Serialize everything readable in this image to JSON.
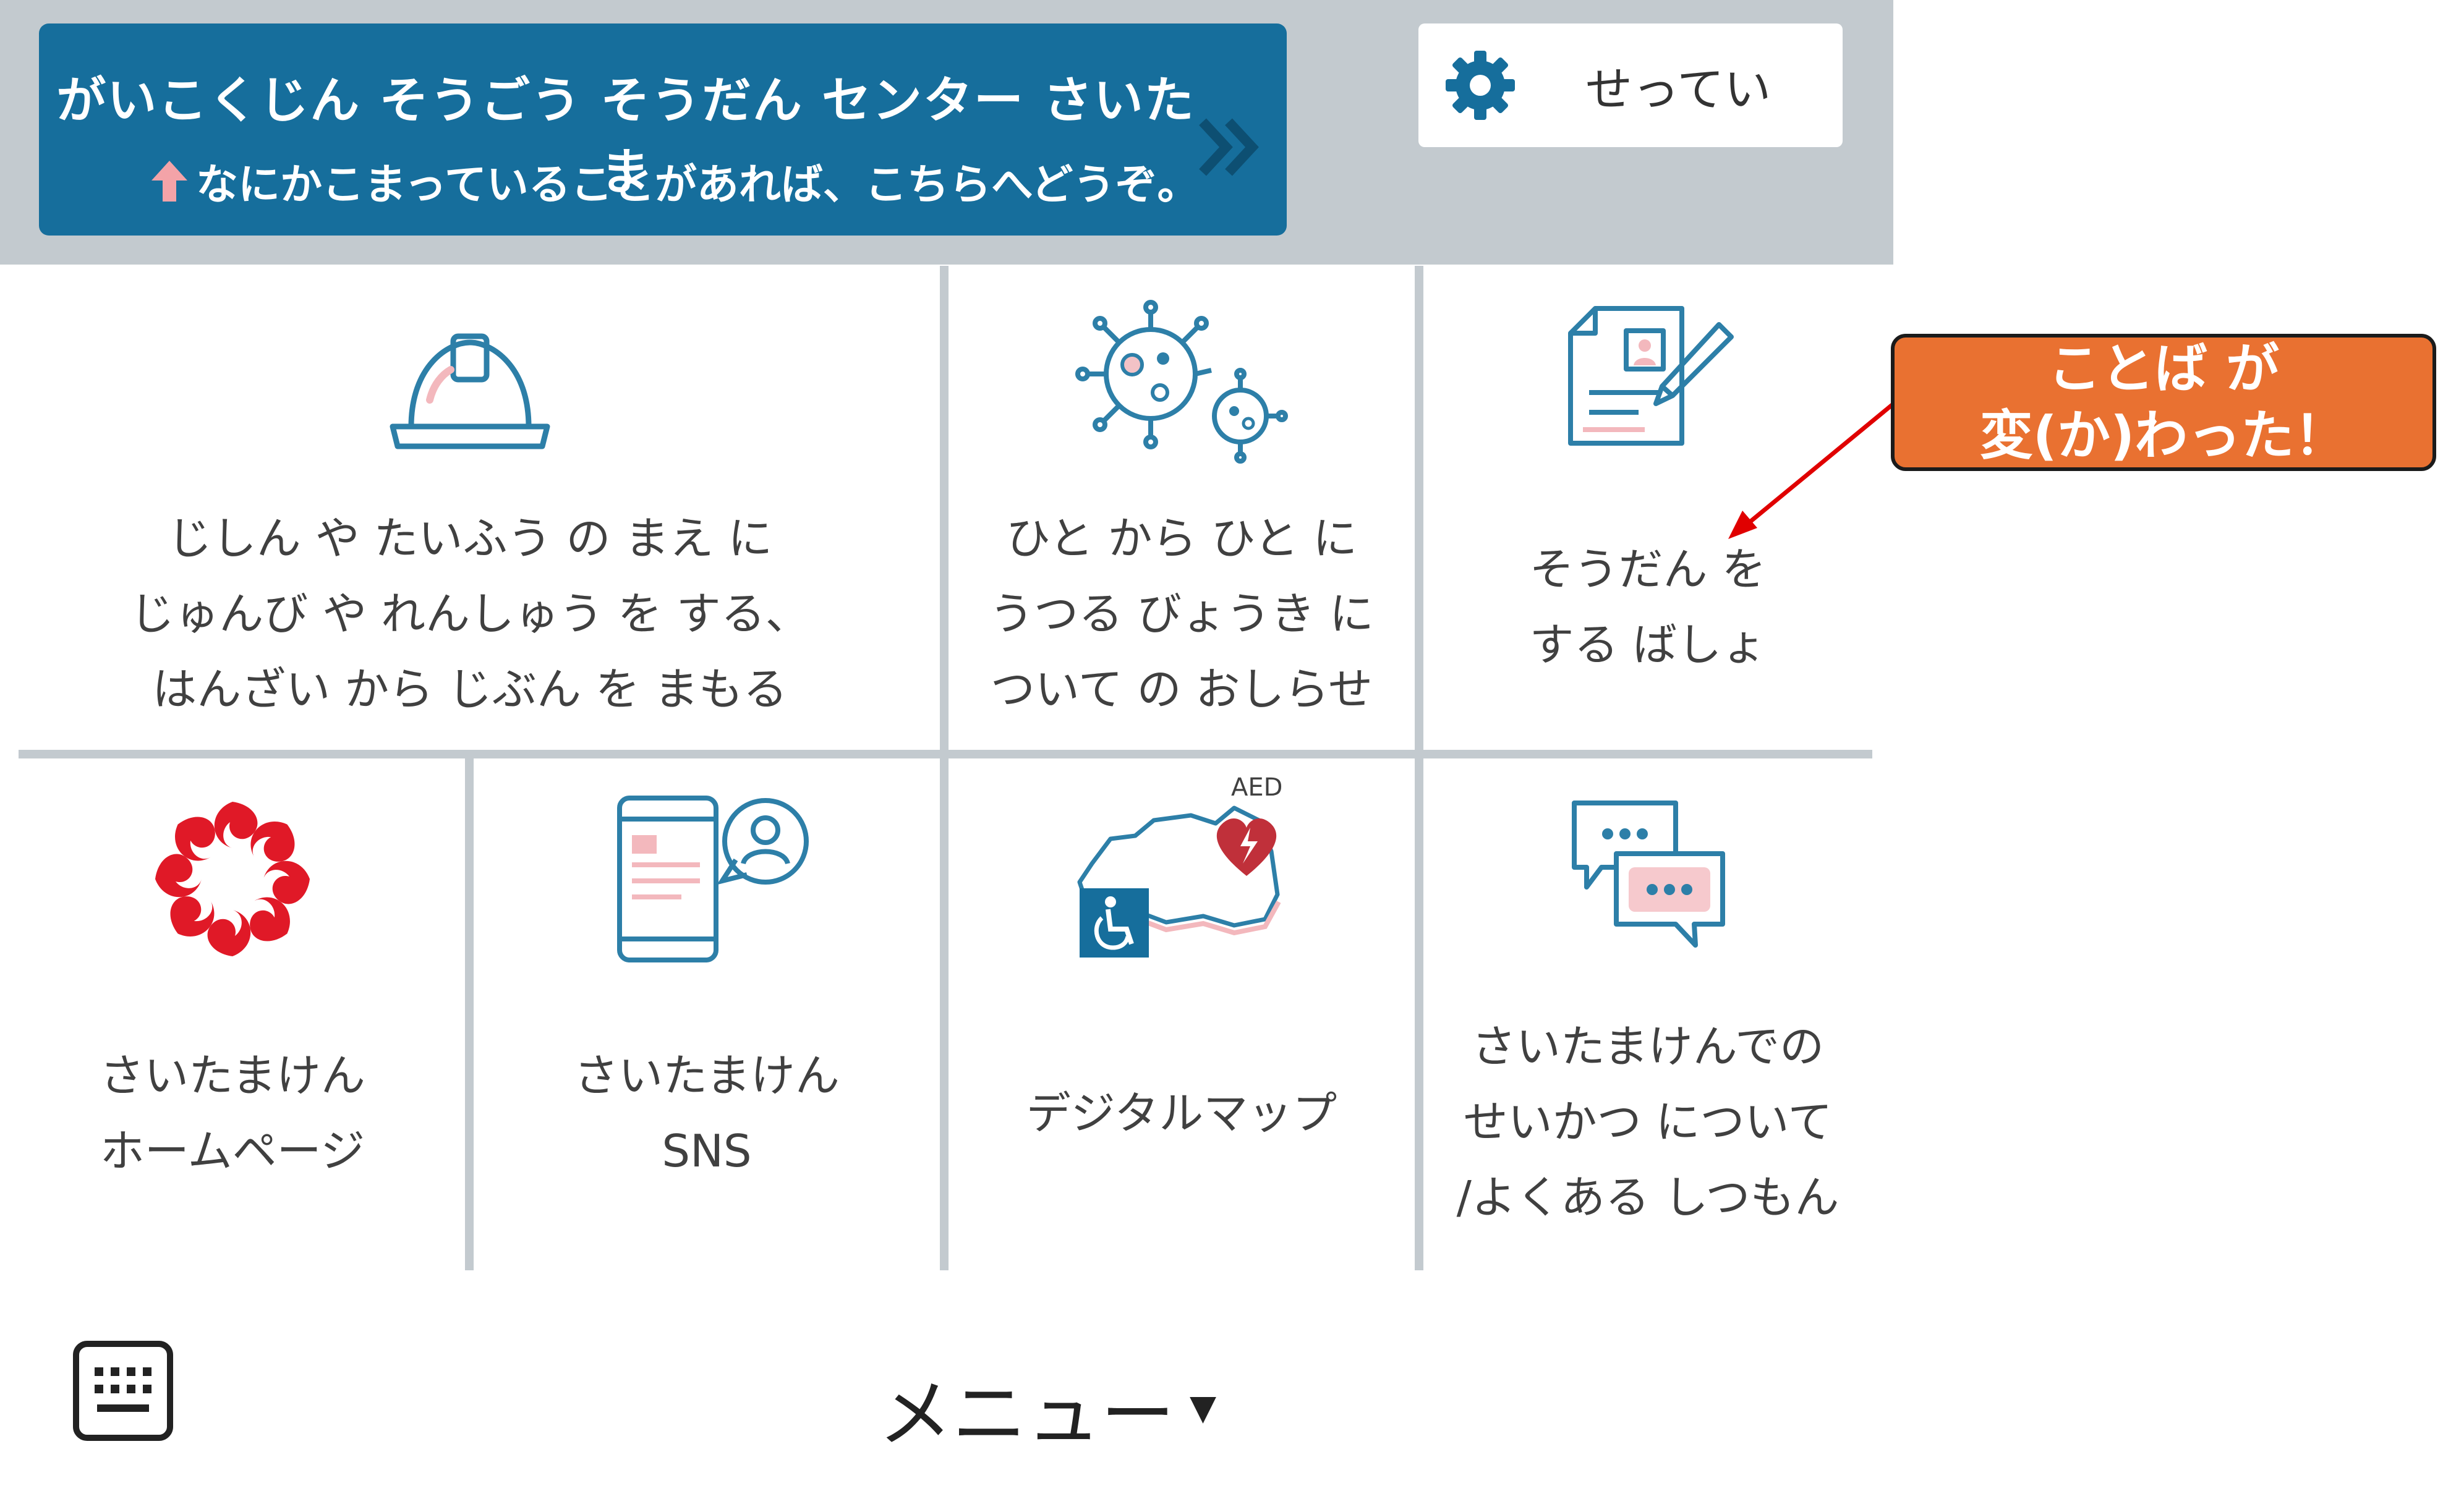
{
  "banner": {
    "title": "がいこくじん そうごう そうだん センター さいたま",
    "subtitle": "なにかこまっていることがあれば、こちらへどうぞ。",
    "color": "#166e9c",
    "arrow_icon": "up-arrow-icon",
    "chevron_icon": "double-chevron-right-icon"
  },
  "settings": {
    "label": "せってい",
    "icon": "gear-icon"
  },
  "tiles": [
    {
      "label": "じしん や たいふう の まえ に\nじゅんび や れんしゅう を する、\nはんざい から じぶん を まもる",
      "icon": "helmet-icon"
    },
    {
      "label": "ひと から ひと に\nうつる びょうき に\nついて の おしらせ",
      "icon": "virus-icon"
    },
    {
      "label": "そうだん を\nする ばしょ",
      "icon": "document-pen-icon"
    },
    {
      "label": "さいたまけん\nホームページ",
      "icon": "saitama-emblem-icon"
    },
    {
      "label": "さいたまけん\nSNS",
      "icon": "smartphone-user-icon"
    },
    {
      "label": "デジタルマップ",
      "icon": "map-aed-accessibility-icon",
      "badge": "AED"
    },
    {
      "label": "さいたまけんでの\nせいかつ について\n/よくある しつもん",
      "icon": "chat-bubbles-icon"
    }
  ],
  "annotation": {
    "text": "ことば が\n変(か)わった！",
    "color": "#e97131",
    "arrow_color": "#e00000"
  },
  "bottom": {
    "keyboard_icon": "keyboard-icon",
    "menu_label": "メニュー",
    "menu_caret": "▼"
  }
}
